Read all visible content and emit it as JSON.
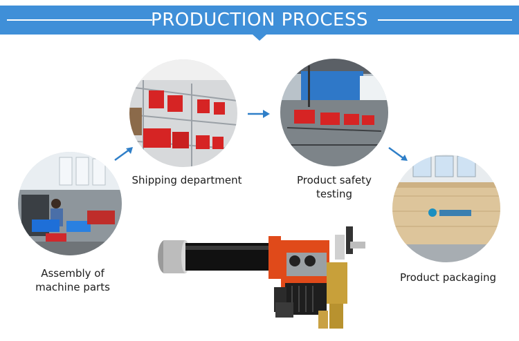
{
  "header": {
    "title": "PRODUCTION PROCESS"
  },
  "steps": [
    {
      "label_lines": [
        "Assembly of",
        "machine parts"
      ]
    },
    {
      "label_lines": [
        "Shipping department"
      ]
    },
    {
      "label_lines": [
        "Product safety",
        "testing"
      ]
    },
    {
      "label_lines": [
        "Product packaging"
      ]
    }
  ],
  "colors": {
    "banner": "#3f8fd8",
    "arrow": "#2f7fc8",
    "burner_body": "#e04a1a",
    "burner_tube": "#111111"
  },
  "icons": [
    "arrow-right-down-icon",
    "arrow-right-icon",
    "arrow-right-down-icon"
  ]
}
